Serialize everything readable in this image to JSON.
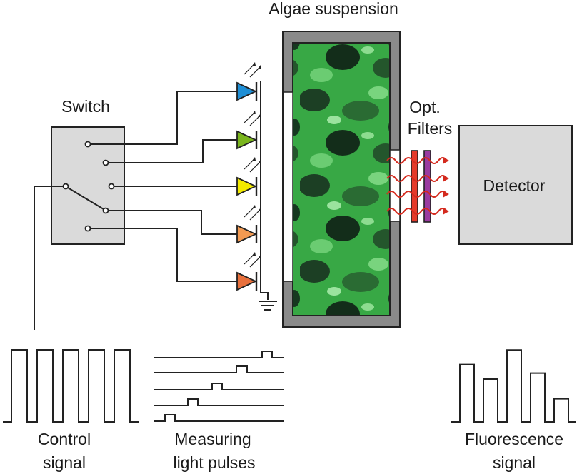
{
  "labels": {
    "algae": "Algae suspension",
    "switch": "Switch",
    "filters_line1": "Opt.",
    "filters_line2": "Filters",
    "detector": "Detector",
    "control_line1": "Control",
    "control_line2": "signal",
    "measuring_line1": "Measuring",
    "measuring_line2": "light pulses",
    "fluorescence_line1": "Fluorescence",
    "fluorescence_line2": "signal"
  },
  "colors": {
    "led_blue": "#1f8fd6",
    "led_green": "#7ab51d",
    "led_yellow": "#f2ea00",
    "led_orange": "#f39a52",
    "led_red_orange": "#e8703c",
    "box_fill": "#dadada",
    "cuvette_frame": "#8a8a8a",
    "algae_green": "#3fb64a",
    "filter_red": "#e53a2a",
    "filter_purple": "#9a3aa0",
    "emission_red": "#d42a1e"
  },
  "leds": [
    {
      "name": "led-blue",
      "color": "led_blue"
    },
    {
      "name": "led-green",
      "color": "led_green"
    },
    {
      "name": "led-yellow",
      "color": "led_yellow"
    },
    {
      "name": "led-orange",
      "color": "led_orange"
    },
    {
      "name": "led-red-orange",
      "color": "led_red_orange"
    }
  ],
  "fluorescence_signal": {
    "relative_levels": [
      0.67,
      0.5,
      0.84,
      0.57,
      0.27
    ]
  },
  "control_signal": {
    "pulses": 5
  },
  "measuring_light_pulses": {
    "channels": 5
  }
}
